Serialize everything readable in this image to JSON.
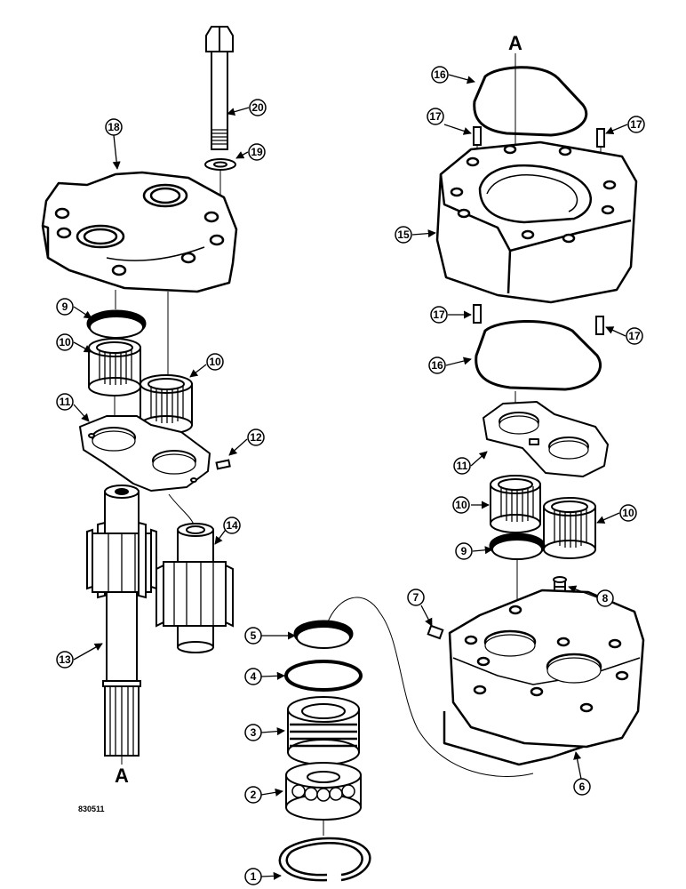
{
  "drawing_code": "830511",
  "section_markers": [
    "A",
    "A"
  ],
  "callouts": [
    "1",
    "2",
    "3",
    "4",
    "5",
    "6",
    "7",
    "8",
    "9",
    "9",
    "10",
    "10",
    "10",
    "10",
    "11",
    "11",
    "12",
    "13",
    "14",
    "15",
    "16",
    "16",
    "17",
    "17",
    "17",
    "17",
    "18",
    "19",
    "20"
  ],
  "colors": {
    "ink": "#000000",
    "paper": "#ffffff"
  }
}
